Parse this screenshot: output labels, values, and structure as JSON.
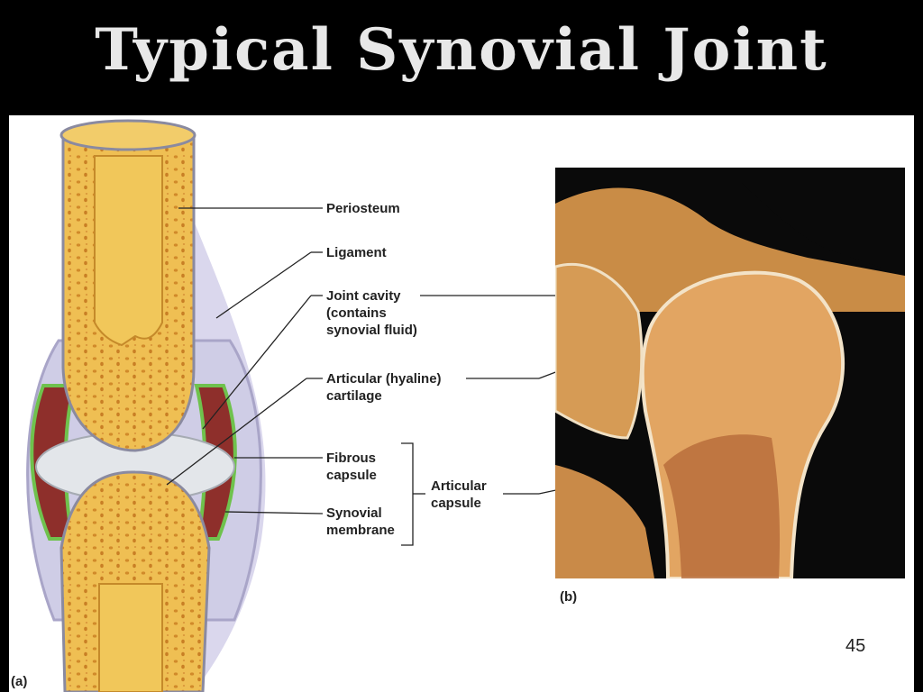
{
  "slide": {
    "title": "Typical Synovial Joint",
    "page_number": "45"
  },
  "figure_a": {
    "panel_label": "(a)",
    "labels": {
      "periosteum": "Periosteum",
      "ligament": "Ligament",
      "joint_cavity": [
        "Joint cavity",
        "(contains",
        "synovial fluid)"
      ],
      "articular_cartilage": [
        "Articular (hyaline)",
        "cartilage"
      ],
      "fibrous_capsule": [
        "Fibrous",
        "capsule"
      ],
      "synovial_membrane": [
        "Synovial",
        "membrane"
      ],
      "articular_capsule": [
        "Articular",
        "capsule"
      ]
    },
    "colors": {
      "bone_surface": "#f2c24a",
      "spongy_bone": "#e9b349",
      "cartilage": "#e3e6ea",
      "synovial_cavity": "#8b2e2a",
      "synovial_membrane": "#6fc24d",
      "ligament": "#c9c4e0"
    }
  },
  "figure_b": {
    "panel_label": "(b)"
  }
}
